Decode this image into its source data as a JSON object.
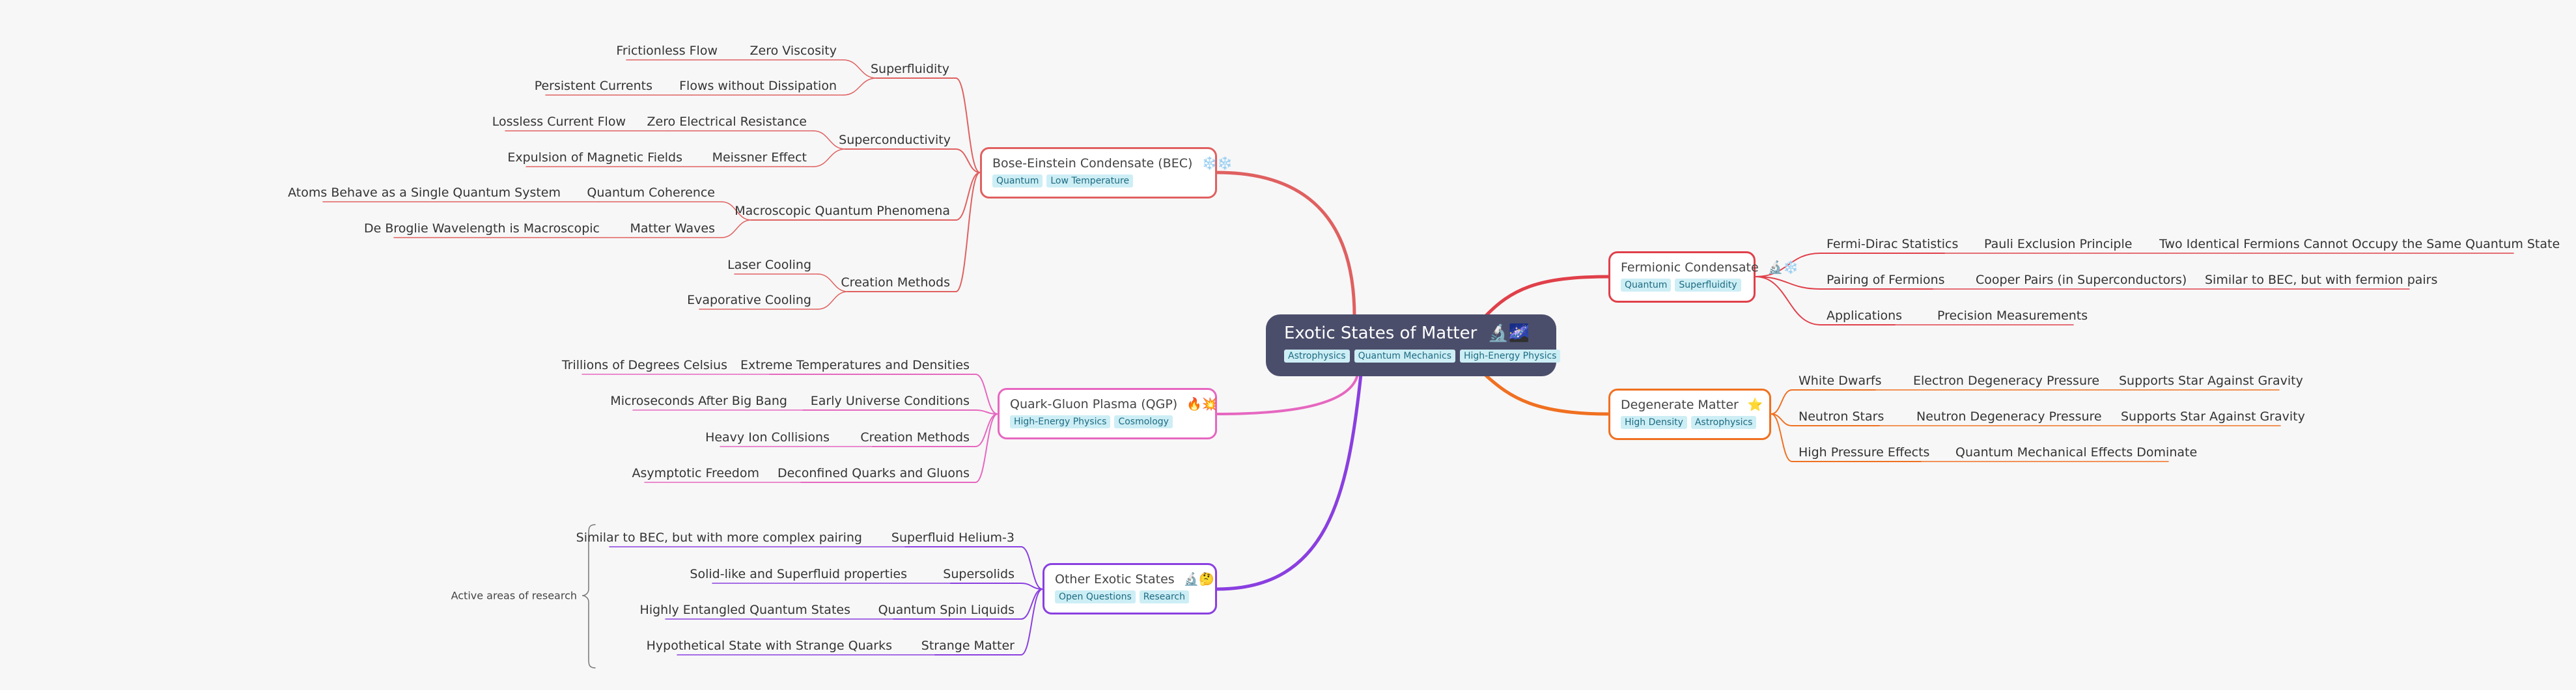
{
  "root": {
    "title": "Exotic States of Matter",
    "emoji": "🔬🌌",
    "tags": [
      "Astrophysics",
      "Quantum Mechanics",
      "High-Energy Physics"
    ]
  },
  "branches": {
    "bec": {
      "title": "Bose-Einstein Condensate (BEC)",
      "emoji": "❄️❄️",
      "tags": [
        "Quantum",
        "Low Temperature"
      ],
      "color": "#e06060",
      "children": [
        {
          "label": "Superfluidity",
          "children": [
            {
              "label": "Zero Viscosity",
              "children": [
                {
                  "label": "Frictionless Flow"
                }
              ]
            },
            {
              "label": "Flows without Dissipation",
              "children": [
                {
                  "label": "Persistent Currents"
                }
              ]
            }
          ]
        },
        {
          "label": "Superconductivity",
          "children": [
            {
              "label": "Zero Electrical Resistance",
              "children": [
                {
                  "label": "Lossless Current Flow"
                }
              ]
            },
            {
              "label": "Meissner Effect",
              "children": [
                {
                  "label": "Expulsion of Magnetic Fields"
                }
              ]
            }
          ]
        },
        {
          "label": "Macroscopic Quantum Phenomena",
          "children": [
            {
              "label": "Quantum Coherence",
              "children": [
                {
                  "label": "Atoms Behave as a Single Quantum System"
                }
              ]
            },
            {
              "label": "Matter Waves",
              "children": [
                {
                  "label": "De Broglie Wavelength is Macroscopic"
                }
              ]
            }
          ]
        },
        {
          "label": "Creation Methods",
          "children": [
            {
              "label": "Laser Cooling"
            },
            {
              "label": "Evaporative Cooling"
            }
          ]
        }
      ]
    },
    "qgp": {
      "title": "Quark-Gluon Plasma (QGP)",
      "emoji": "🔥💥",
      "tags": [
        "High-Energy Physics",
        "Cosmology"
      ],
      "color": "#e667c0",
      "children": [
        {
          "label": "Extreme Temperatures and Densities",
          "children": [
            {
              "label": "Trillions of Degrees Celsius"
            }
          ]
        },
        {
          "label": "Early Universe Conditions",
          "children": [
            {
              "label": "Microseconds After Big Bang"
            }
          ]
        },
        {
          "label": "Creation Methods",
          "children": [
            {
              "label": "Heavy Ion Collisions"
            }
          ]
        },
        {
          "label": "Deconfined Quarks and Gluons",
          "children": [
            {
              "label": "Asymptotic Freedom"
            }
          ]
        }
      ]
    },
    "other": {
      "title": "Other Exotic States",
      "emoji": "🔬🤔",
      "tags": [
        "Open Questions",
        "Research"
      ],
      "color": "#8a3fe0",
      "annotation": "Active areas of research",
      "children": [
        {
          "label": "Superfluid Helium-3",
          "children": [
            {
              "label": "Similar to BEC, but with more complex pairing"
            }
          ]
        },
        {
          "label": "Supersolids",
          "children": [
            {
              "label": "Solid-like and Superfluid properties"
            }
          ]
        },
        {
          "label": "Quantum Spin Liquids",
          "children": [
            {
              "label": "Highly Entangled Quantum States"
            }
          ]
        },
        {
          "label": "Strange Matter",
          "children": [
            {
              "label": "Hypothetical State with Strange Quarks"
            }
          ]
        }
      ]
    },
    "fermionic": {
      "title": "Fermionic Condensate",
      "emoji": "🔬❄️",
      "tags": [
        "Quantum",
        "Superfluidity"
      ],
      "color": "#e0404a",
      "children": [
        {
          "label": "Fermi-Dirac Statistics",
          "children": [
            {
              "label": "Pauli Exclusion Principle",
              "children": [
                {
                  "label": "Two Identical Fermions Cannot Occupy the Same Quantum State"
                }
              ]
            }
          ]
        },
        {
          "label": "Pairing of Fermions",
          "children": [
            {
              "label": "Cooper Pairs (in Superconductors)",
              "children": [
                {
                  "label": "Similar to BEC, but with fermion pairs"
                }
              ]
            }
          ]
        },
        {
          "label": "Applications",
          "children": [
            {
              "label": "Precision Measurements"
            }
          ]
        }
      ]
    },
    "degenerate": {
      "title": "Degenerate Matter",
      "emoji": "⭐",
      "tags": [
        "High Density",
        "Astrophysics"
      ],
      "color": "#f07020",
      "children": [
        {
          "label": "White Dwarfs",
          "children": [
            {
              "label": "Electron Degeneracy Pressure",
              "children": [
                {
                  "label": "Supports Star Against Gravity"
                }
              ]
            }
          ]
        },
        {
          "label": "Neutron Stars",
          "children": [
            {
              "label": "Neutron Degeneracy Pressure",
              "children": [
                {
                  "label": "Supports Star Against Gravity"
                }
              ]
            }
          ]
        },
        {
          "label": "High Pressure Effects",
          "children": [
            {
              "label": "Quantum Mechanical Effects Dominate"
            }
          ]
        }
      ]
    }
  }
}
